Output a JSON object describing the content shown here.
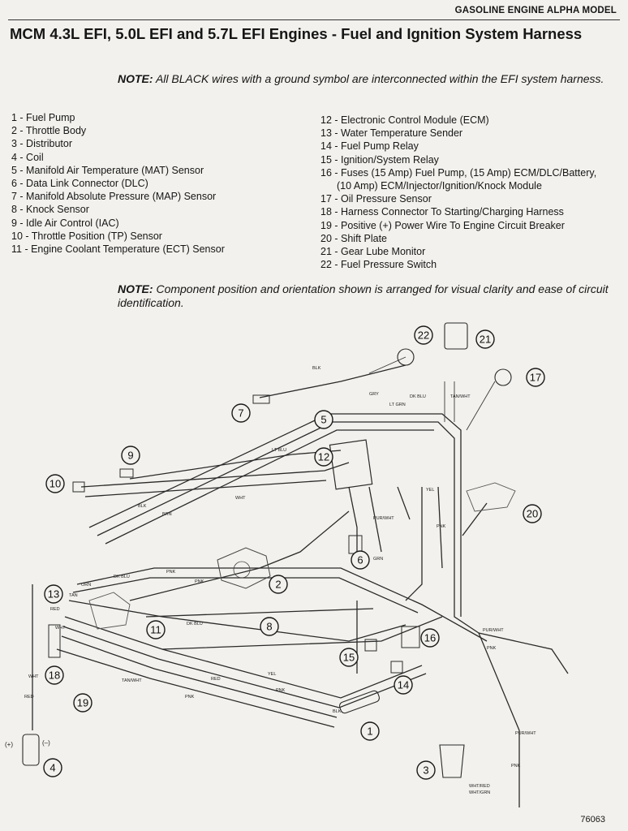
{
  "header": {
    "model": "GASOLINE ENGINE ALPHA MODEL"
  },
  "title": "MCM 4.3L EFI, 5.0L EFI and 5.7L EFI Engines - Fuel and Ignition System Harness",
  "note1": {
    "label": "NOTE:",
    "text": "All BLACK wires with a ground symbol are interconnected within the EFI system harness."
  },
  "legend": {
    "left": [
      "1 - Fuel Pump",
      "2 - Throttle Body",
      "3 - Distributor",
      "4 - Coil",
      "5 - Manifold Air Temperature (MAT) Sensor",
      "6 - Data Link Connector (DLC)",
      "7 - Manifold Absolute Pressure (MAP) Sensor",
      "8 - Knock Sensor",
      "9 - Idle Air Control (IAC)",
      "10 - Throttle Position (TP) Sensor",
      "11 - Engine Coolant Temperature (ECT) Sensor"
    ],
    "right": [
      "12 - Electronic Control Module (ECM)",
      "13 - Water Temperature Sender",
      "14 - Fuel Pump Relay",
      "15 - Ignition/System Relay",
      "16 - Fuses (15 Amp) Fuel Pump, (15 Amp) ECM/DLC/Battery,",
      "(10 Amp) ECM/Injector/Ignition/Knock Module",
      "17 - Oil Pressure Sensor",
      "18 - Harness Connector To Starting/Charging Harness",
      "19 - Positive (+) Power Wire To Engine Circuit Breaker",
      "20 - Shift Plate",
      "21 - Gear Lube Monitor",
      "22 - Fuel Pressure Switch"
    ]
  },
  "note2": {
    "label": "NOTE:",
    "text": "Component position and orientation shown is arranged for visual clarity and ease of circuit identification."
  },
  "callouts": [
    "1",
    "2",
    "3",
    "4",
    "5",
    "6",
    "7",
    "8",
    "9",
    "10",
    "11",
    "12",
    "13",
    "14",
    "15",
    "16",
    "17",
    "18",
    "19",
    "20",
    "21",
    "22"
  ],
  "wire_labels": {
    "blk": "BLK",
    "pnk": "PNK",
    "red": "RED",
    "wht": "WHT",
    "yel": "YEL",
    "grn": "GRN",
    "purwht": "PUR/WHT",
    "tanwht": "TAN/WHT",
    "dkblu": "DK BLU",
    "ltgrn": "LT GRN",
    "ltblu": "LT BLU",
    "brn": "BRN",
    "gry": "GRY",
    "tan": "TAN",
    "orn": "ORN",
    "whtred": "WHT/RED",
    "whtgrn": "WHT/GRN"
  },
  "coil_terminals": {
    "pos": "(+)",
    "neg": "(–)"
  },
  "figure_number": "76063"
}
